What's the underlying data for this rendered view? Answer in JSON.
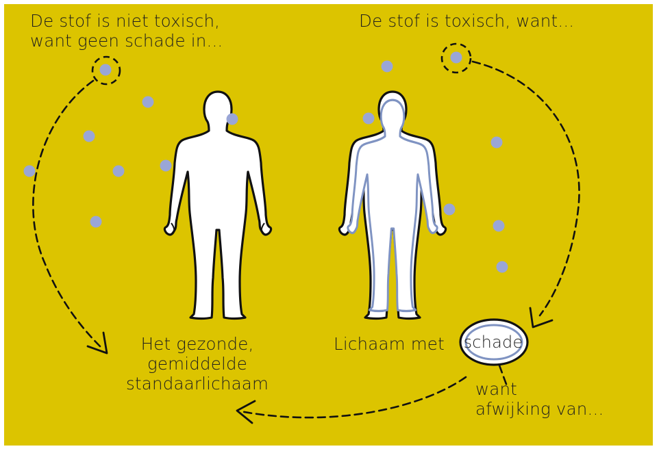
{
  "colors": {
    "background": "#dcc400",
    "dot": "#9aa6d6",
    "outline": "#111111",
    "body_fill": "#ffffff",
    "damage_outline": "#7f93c2"
  },
  "labels": {
    "left_title": [
      "De stof is niet toxisch,",
      "want geen schade in..."
    ],
    "right_title": [
      "De stof is toxisch, want..."
    ],
    "healthy_caption": [
      "Het gezonde,",
      "gemiddelde",
      "standaarlichaam"
    ],
    "damaged_caption": "Lichaam met",
    "schade": "schade",
    "deviation_caption": [
      "want",
      "afwijking van..."
    ]
  },
  "icons": {
    "left_figure": "healthy-human-figure-icon",
    "right_figure": "damaged-human-figure-icon",
    "dots": "substance-particle-icon",
    "arrows": "dashed-arrow-icon"
  }
}
